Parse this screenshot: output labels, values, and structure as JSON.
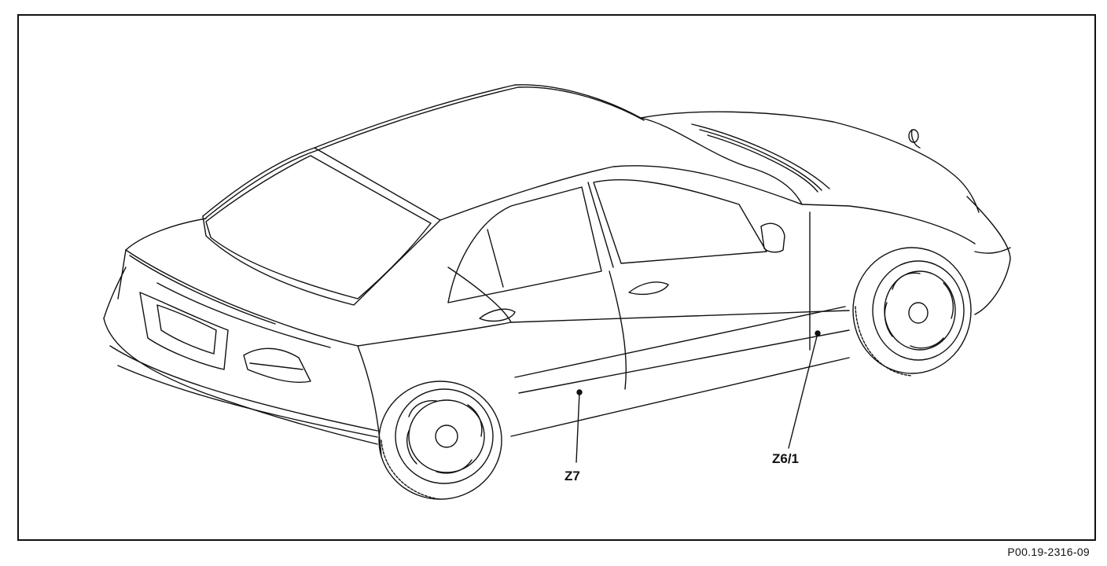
{
  "labels": {
    "z7": "Z7",
    "z6_1": "Z6/1"
  },
  "figure_code": "P00.19-2316-09",
  "colors": {
    "line": "#111111",
    "background": "#ffffff"
  }
}
